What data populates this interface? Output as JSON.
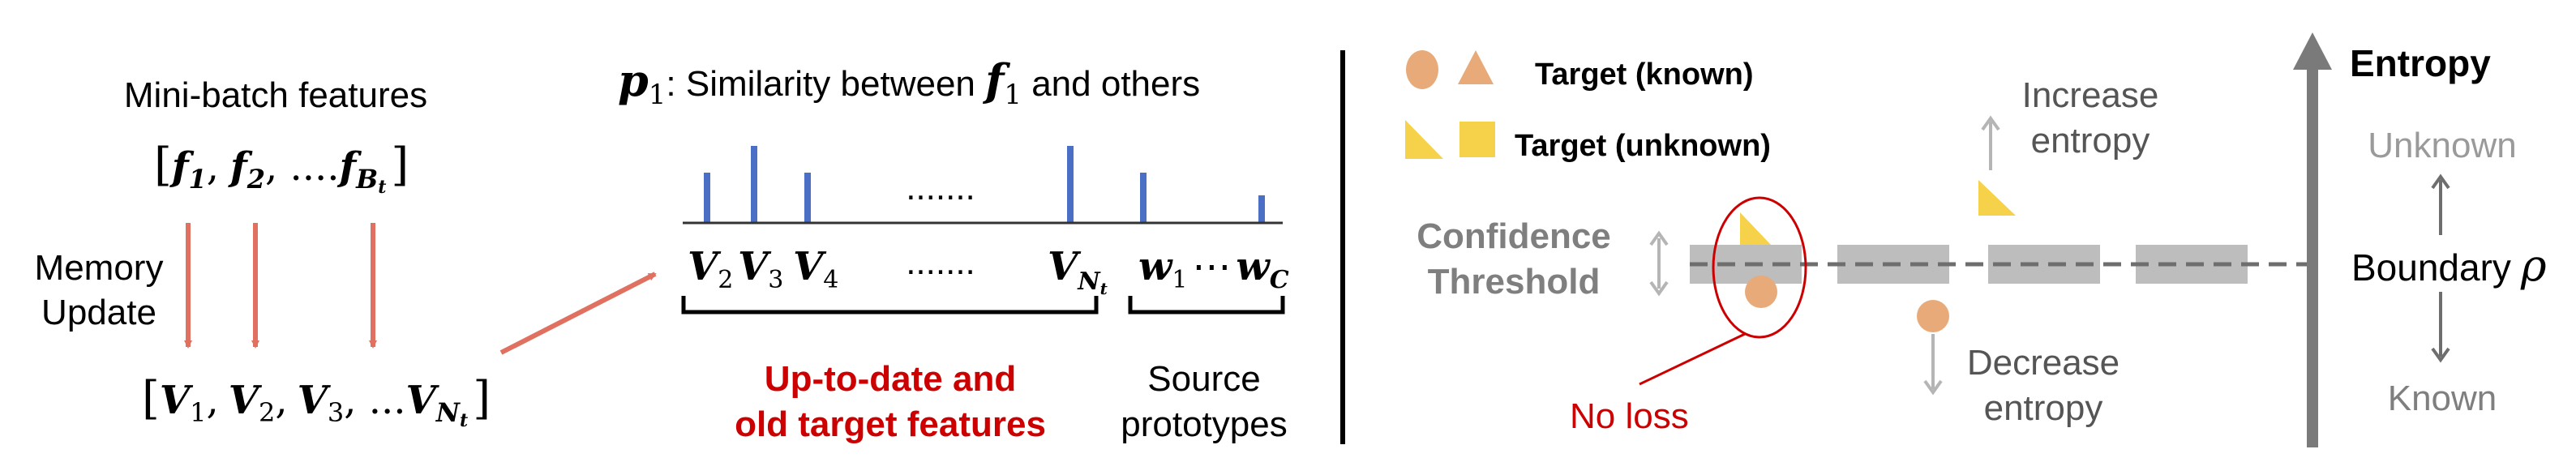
{
  "left": {
    "title": "Mini-batch features",
    "feat_open": "[",
    "f1": "f",
    "f1_sub": "1",
    "comma1": ",",
    "f2": "f",
    "f2_sub": "2",
    "dots": ", ....",
    "fb": "f",
    "fb_sub": "B",
    "fb_subsub": "t",
    "feat_close": "]",
    "memory_line1": "Memory",
    "memory_line2": "Update",
    "mem_open": "[",
    "v1": "V",
    "v1_sub": "1",
    "c1": ",",
    "v2": "V",
    "v2_sub": "2",
    "c2": ",",
    "v3": "V",
    "v3_sub": "3",
    "c3": ", ...",
    "vn": "V",
    "vn_sub": "N",
    "vn_subsub": "t",
    "mem_close": "]"
  },
  "middle": {
    "p": "p",
    "p_sub": "1",
    "title_text": ": Similarity between ",
    "f": "f",
    "f_sub": "1",
    "title_tail": " and others",
    "dots_top": ".......",
    "dots_bottom": ".......",
    "v2": "V",
    "v2_sub": "2",
    "v3": "V",
    "v3_sub": "3",
    "v4": "V",
    "v4_sub": "4",
    "vn": "V",
    "vn_sub": "N",
    "vn_subsub": "t",
    "w1": "w",
    "w1_sub": "1",
    "wdots": "⋯",
    "wc": "w",
    "wc_sub": "C",
    "red_line1": "Up-to-date and",
    "red_line2": "old target features",
    "src_line1": "Source",
    "src_line2": "prototypes",
    "bar_heights": [
      0.62,
      0.95,
      0.62,
      0.95,
      0.62,
      0.34
    ],
    "bar_color": "#4a6fc4",
    "red_color": "#cc0000"
  },
  "right": {
    "legend_known": "Target (known)",
    "legend_unknown": "Target (unknown)",
    "confidence_line1": "Confidence",
    "confidence_line2": "Threshold",
    "increase_line1": "Increase",
    "increase_line2": "entropy",
    "decrease_line1": "Decrease",
    "decrease_line2": "entropy",
    "no_loss": "No loss",
    "entropy": "Entropy",
    "unknown": "Unknown",
    "boundary": "Boundary",
    "rho": "ρ",
    "known": "Known",
    "known_color": "#e8aa78",
    "unknown_color": "#f5d24a",
    "threshold_color": "#bdbdbd",
    "axis_color": "#7a7a7a"
  },
  "colors": {
    "arrow_red": "#e07060",
    "gray_text": "#7f7f7f",
    "light_gray_text": "#9a9a9a"
  }
}
